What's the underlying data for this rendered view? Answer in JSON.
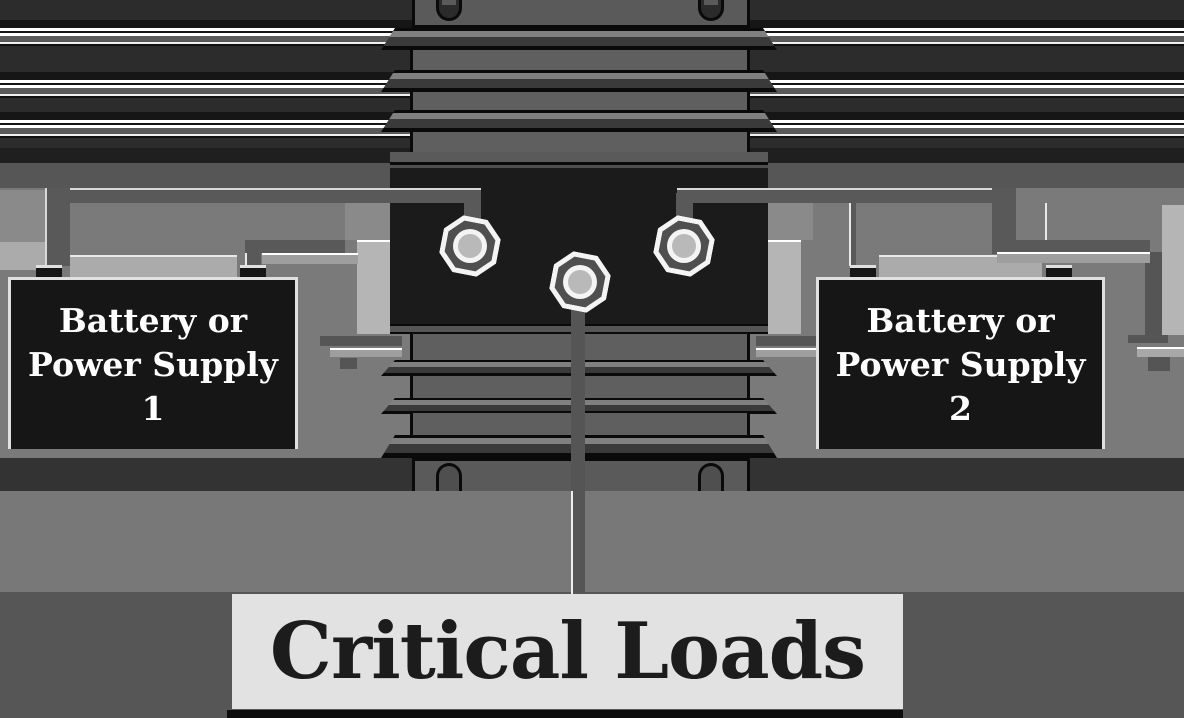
{
  "diagram": {
    "type": "battery-isolator-wiring-diagram",
    "labels": {
      "battery1": {
        "line1": "Battery or",
        "line2": "Power Supply 1"
      },
      "battery2": {
        "line1": "Battery or",
        "line2": "Power Supply 2"
      },
      "critical_loads": "Critical Loads"
    },
    "components": {
      "isolator": "finned heatsink diode isolator with three terminal studs",
      "terminals": [
        "left-stud",
        "center-stud",
        "right-stud"
      ]
    },
    "colors": {
      "background_top": "#2c2c2c",
      "background_mid": "#7a7a7a",
      "background_dark_band": "#333333",
      "background_lower": "#787878",
      "background_bottom": "#565656",
      "battery_fill": "#161616",
      "battery_text": "#ffffff",
      "loads_box_fill": "#e2e2e2",
      "loads_text": "#1c1c1c",
      "wire": "#595959",
      "wire_light": "#9e9e9e",
      "heatsink_web": "#5f5f5f",
      "heatsink_fin_dark": "#3a3a3a",
      "heatsink_fin_light": "#808080",
      "heatsink_cap": "#5a5a5a",
      "isolator_body": "#1b1b1b",
      "terminal_ring": "#4f4f4f",
      "terminal_center": "#b9b9b9",
      "terminal_outline": "#f4f4f4"
    }
  }
}
